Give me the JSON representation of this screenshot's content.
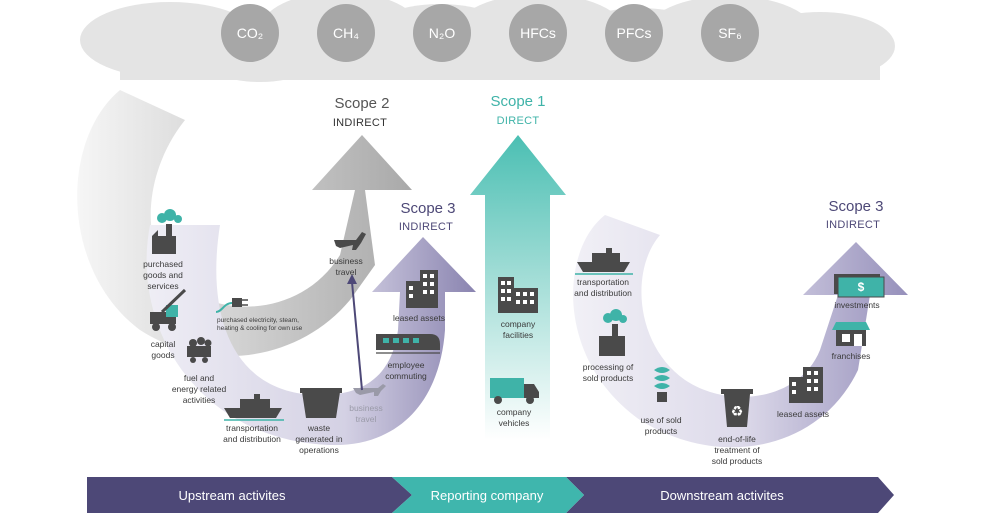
{
  "colors": {
    "scope1": "#4bbfb3",
    "scope2": "#a9a9a9",
    "scope3": "#8a84b0",
    "upstream_band": "#4d4877",
    "reporting_band": "#3fb6ad",
    "cloud": "#e4e4e4",
    "gas_circle": "#a7a7a7",
    "icon_dark": "#4a4a4a"
  },
  "gases": [
    {
      "id": "co2",
      "label": "CO₂"
    },
    {
      "id": "ch4",
      "label": "CH₄"
    },
    {
      "id": "n2o",
      "label": "N₂O"
    },
    {
      "id": "hfcs",
      "label": "HFCs"
    },
    {
      "id": "pfcs",
      "label": "PFCs"
    },
    {
      "id": "sf6",
      "label": "SF₆"
    }
  ],
  "scopes": {
    "scope2": {
      "title": "Scope 2",
      "subtitle": "INDIRECT"
    },
    "scope1": {
      "title": "Scope 1",
      "subtitle": "DIRECT"
    },
    "scope3_upstream": {
      "title": "Scope 3",
      "subtitle": "INDIRECT"
    },
    "scope3_downstream": {
      "title": "Scope 3",
      "subtitle": "INDIRECT"
    }
  },
  "upstream": {
    "purchased_goods": [
      "purchased",
      "goods and",
      "services"
    ],
    "capital_goods": [
      "capital",
      "goods"
    ],
    "fuel_energy": [
      "fuel and",
      "energy related",
      "activities"
    ],
    "transport": [
      "transportation",
      "and distribution"
    ],
    "waste": [
      "waste",
      "generated in",
      "operations"
    ],
    "business_travel": [
      "business",
      "travel"
    ],
    "employee_commuting": [
      "employee",
      "commuting"
    ],
    "leased_assets": "leased assets",
    "purchased_electricity": [
      "purchased electricity, steam,",
      "heating & cooling for own use"
    ],
    "scope2_business_travel": [
      "business",
      "travel"
    ]
  },
  "direct": {
    "company_facilities": [
      "company",
      "facilities"
    ],
    "company_vehicles": [
      "company",
      "vehicles"
    ]
  },
  "downstream": {
    "transport": [
      "transportation",
      "and distribution"
    ],
    "processing": [
      "processing of",
      "sold products"
    ],
    "use": [
      "use of sold",
      "products"
    ],
    "end_of_life": [
      "end-of-life",
      "treatment of",
      "sold products"
    ],
    "leased_assets": "leased assets",
    "franchises": "franchises",
    "investments": "investments"
  },
  "band": {
    "upstream": "Upstream activites",
    "reporting": "Reporting company",
    "downstream": "Downstream activites"
  }
}
